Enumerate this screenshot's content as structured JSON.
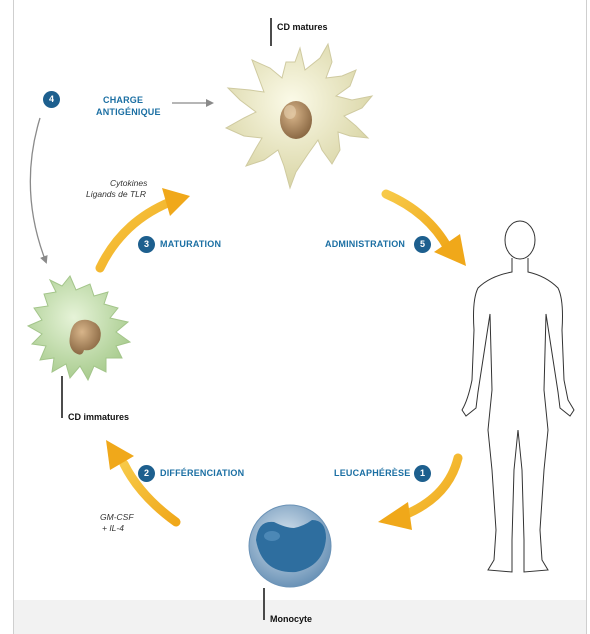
{
  "steps": {
    "charge": {
      "number": "4",
      "label_line1": "CHARGE",
      "label_line2": "ANTIGÉNIQUE"
    },
    "maturation": {
      "number": "3",
      "label": "MATURATION"
    },
    "administration": {
      "number": "5",
      "label": "ADMINISTRATION"
    },
    "differenciation": {
      "number": "2",
      "label": "DIFFÉRENCIATION"
    },
    "leucapherese": {
      "number": "1",
      "label": "LEUCAPHÉRÈSE"
    }
  },
  "cells": {
    "mature": "CD matures",
    "immature": "CD immatures",
    "monocyte": "Monocyte"
  },
  "notes": {
    "maturation_line1": "Cytokines",
    "maturation_line2": "Ligands de TLR",
    "differenciation_line1": "GM-CSF",
    "differenciation_line2": "+ IL-4"
  },
  "colors": {
    "step_text": "#1b6fa3",
    "badge": "#1d5f8e",
    "arrow": "#f4b426",
    "mature_cell": "#ece9c2",
    "immature_cell": "#c6e0b2",
    "monocyte": "#2e6e9f"
  }
}
